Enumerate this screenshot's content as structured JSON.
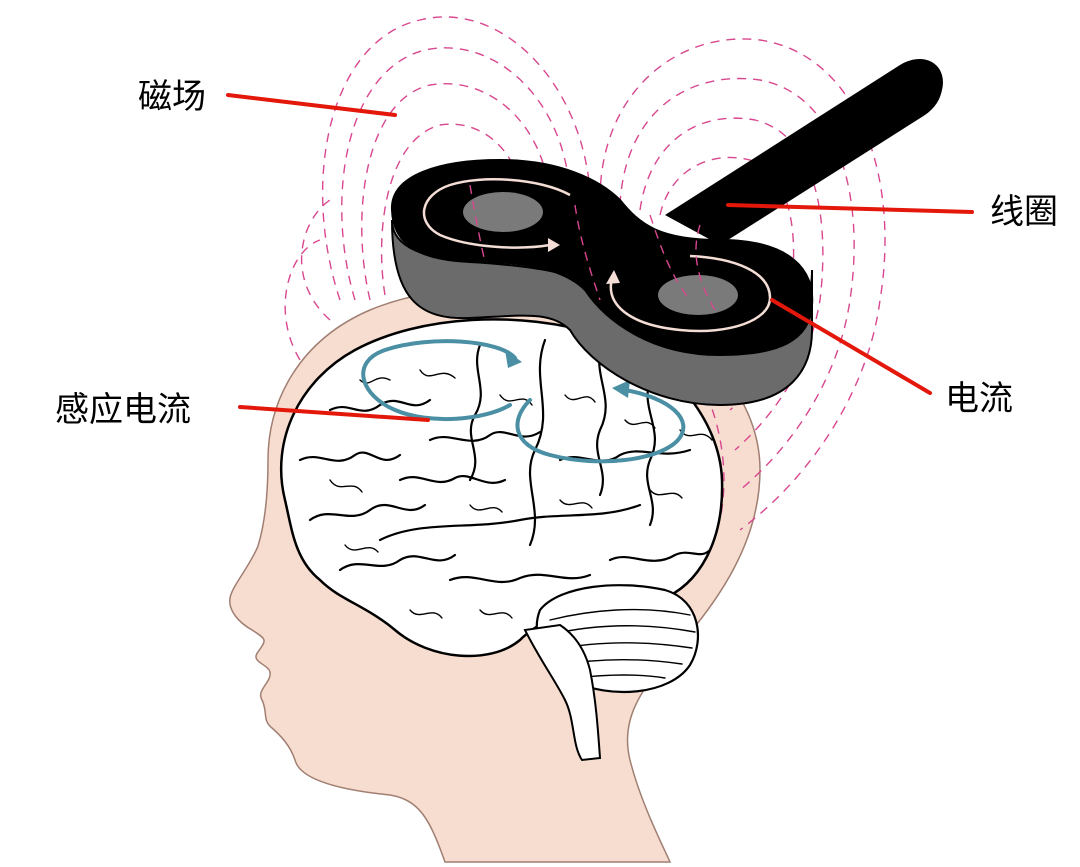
{
  "labels": {
    "magnetic_field": "磁场",
    "coil": "线圈",
    "current": "电流",
    "induced_current": "感应电流"
  },
  "colors": {
    "skin": "#f7ddd0",
    "skin_outline": "#a07f72",
    "coil_top": "#000000",
    "coil_side": "#6b6b6b",
    "coil_hole": "#7a7a7a",
    "field_lines": "#d8478f",
    "leader_lines": "#e3170a",
    "induced_arrows": "#4a8fa3",
    "coil_arrows": "#f3ddd5"
  }
}
